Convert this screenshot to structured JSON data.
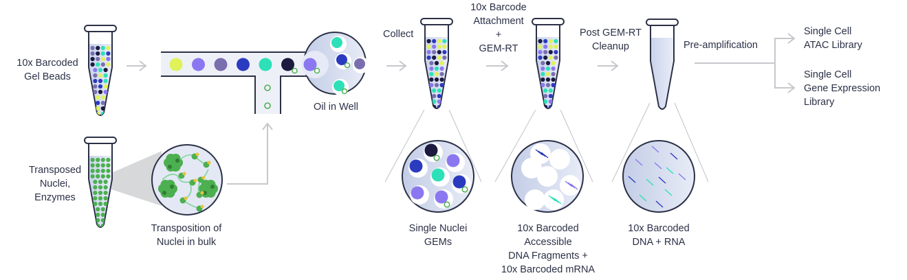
{
  "colors": {
    "outline": "#2b3046",
    "liquid": "#d7deee",
    "arrow": "#c6c8cc",
    "lime": "#dff25a",
    "lavender": "#8b78f0",
    "slate_purple": "#7a6fae",
    "royal_blue": "#2b3bc0",
    "teal": "#2ee0b8",
    "navy": "#1c1a3f",
    "green": "#4caf50",
    "dark_green": "#2f7d33",
    "channel": "#eef0f8"
  },
  "labels": {
    "gel_beads": [
      "10x Barcoded",
      "Gel Beads"
    ],
    "transposed_nuclei": [
      "Transposed",
      "Nuclei,",
      "Enzymes"
    ],
    "transposition": [
      "Transposition of",
      "Nuclei in bulk"
    ],
    "oil_in_well": "Oil in Well",
    "collect": "Collect",
    "barcode_attachment": [
      "10x Barcode",
      "Attachment",
      "+",
      "GEM-RT"
    ],
    "post_cleanup": [
      "Post GEM-RT",
      "Cleanup"
    ],
    "preamplification": "Pre-amplification",
    "atac_library": [
      "Single Cell",
      "ATAC Library"
    ],
    "gex_library": [
      "Single Cell",
      "Gene Expression",
      "Library"
    ],
    "single_nuclei_gems": [
      "Single Nuclei",
      "GEMs"
    ],
    "barcoded_fragments": [
      "10x Barcoded",
      "Accessible",
      "DNA Fragments +",
      "10x Barcoded mRNA"
    ],
    "barcoded_dna_rna": [
      "10x Barcoded",
      "DNA + RNA"
    ]
  },
  "icons": {
    "tube": "microcentrifuge-tube-icon",
    "arrow": "arrow-right-icon",
    "bead": "gel-bead-icon",
    "nucleus": "nucleus-icon",
    "droplet": "gem-droplet-icon"
  },
  "channel_beads": [
    "lime",
    "lavender",
    "slate_purple",
    "royal_blue",
    "teal",
    "navy",
    "lavender"
  ]
}
